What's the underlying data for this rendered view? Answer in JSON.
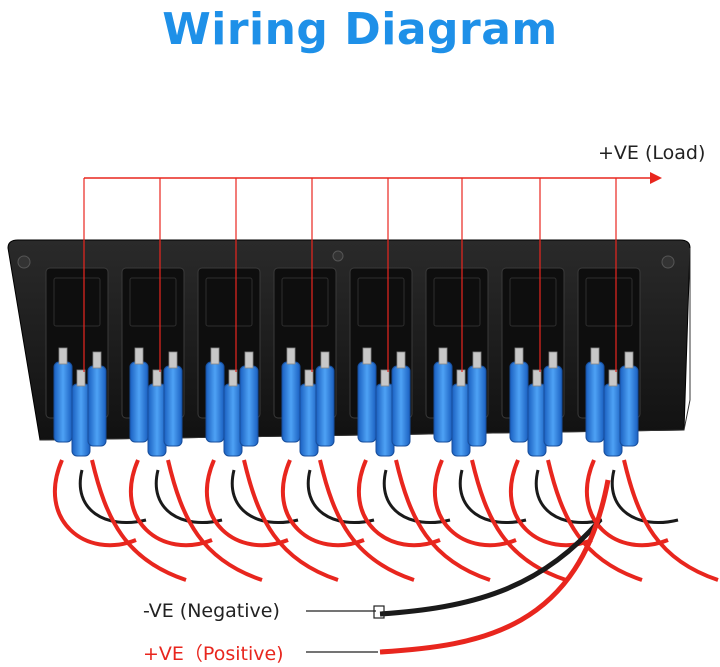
{
  "title": "Wiring Diagram",
  "labels": {
    "load": "+VE  (Load)",
    "negative": "-VE  (Negative)",
    "positive": "+VE（Positive)"
  },
  "colors": {
    "title": "#1e90e8",
    "load_line": "#e8261e",
    "positive_text": "#e8261e",
    "negative_text": "#222222",
    "wire_red": "#e8261e",
    "wire_black": "#1a1a1a",
    "terminal_blue": "#2a7ee0",
    "panel": "#1b1b1b"
  },
  "switch_count": 8
}
